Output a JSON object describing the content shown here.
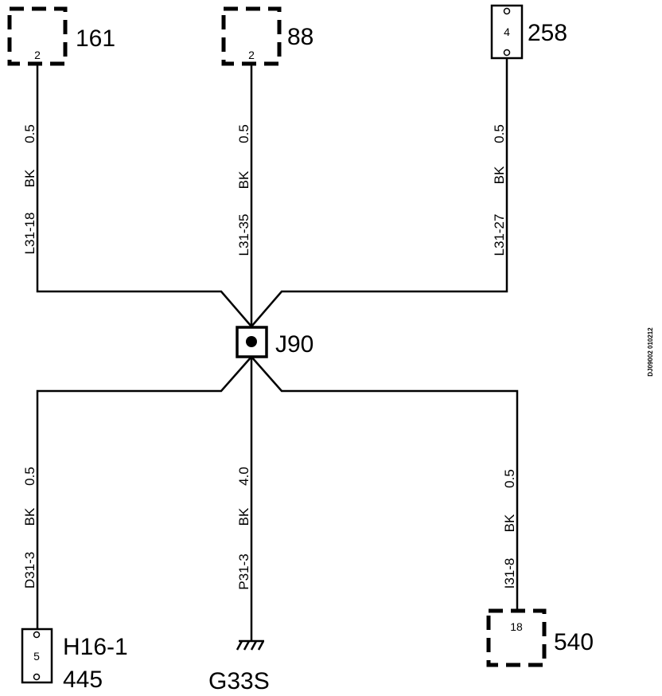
{
  "splice": {
    "label": "J90"
  },
  "connectors": {
    "c161": {
      "pin": "2",
      "label": "161"
    },
    "c88": {
      "pin": "2",
      "label": "88"
    },
    "c258": {
      "pin": "4",
      "label": "258"
    },
    "c445": {
      "pin": "5",
      "label_line1": "H16-1",
      "label_line2": "445"
    },
    "c540": {
      "pin": "18",
      "label": "540"
    }
  },
  "ground": {
    "label": "G33S"
  },
  "wires": {
    "w1": {
      "circuit": "L31-18",
      "color": "BK",
      "size": "0.5"
    },
    "w2": {
      "circuit": "L31-35",
      "color": "BK",
      "size": "0.5"
    },
    "w3": {
      "circuit": "L31-27",
      "color": "BK",
      "size": "0.5"
    },
    "w4": {
      "circuit": "D31-3",
      "color": "BK",
      "size": "0.5"
    },
    "w5": {
      "circuit": "P31-3",
      "color": "BK",
      "size": "4.0"
    },
    "w6": {
      "circuit": "I31-8",
      "color": "BK",
      "size": "0.5"
    }
  },
  "drawing_code": "DJ09002 010212"
}
